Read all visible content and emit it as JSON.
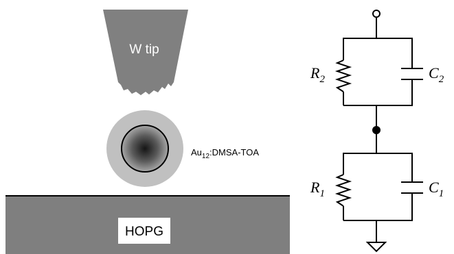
{
  "stm_schematic": {
    "tip_label": "W tip",
    "particle_label_prefix": "Au",
    "particle_label_subscript": "12",
    "particle_label_suffix": ":DMSA-TOA",
    "substrate_label": "HOPG"
  },
  "circuit": {
    "resistor_top": {
      "symbol": "R",
      "subscript": "2"
    },
    "capacitor_top": {
      "symbol": "C",
      "subscript": "2"
    },
    "resistor_bottom": {
      "symbol": "R",
      "subscript": "1"
    },
    "capacitor_bottom": {
      "symbol": "C",
      "subscript": "1"
    }
  },
  "colors": {
    "tip_fill": "#808080",
    "substrate_fill": "#7f7f7f",
    "shell_fill": "#c0c0c0",
    "core_center": "#1a1a1a",
    "core_edge": "#9a9a9a",
    "line": "#000000"
  },
  "icons": [
    "terminal-open-circle-icon",
    "node-dot-icon",
    "ground-icon",
    "resistor-icon",
    "capacitor-icon"
  ]
}
